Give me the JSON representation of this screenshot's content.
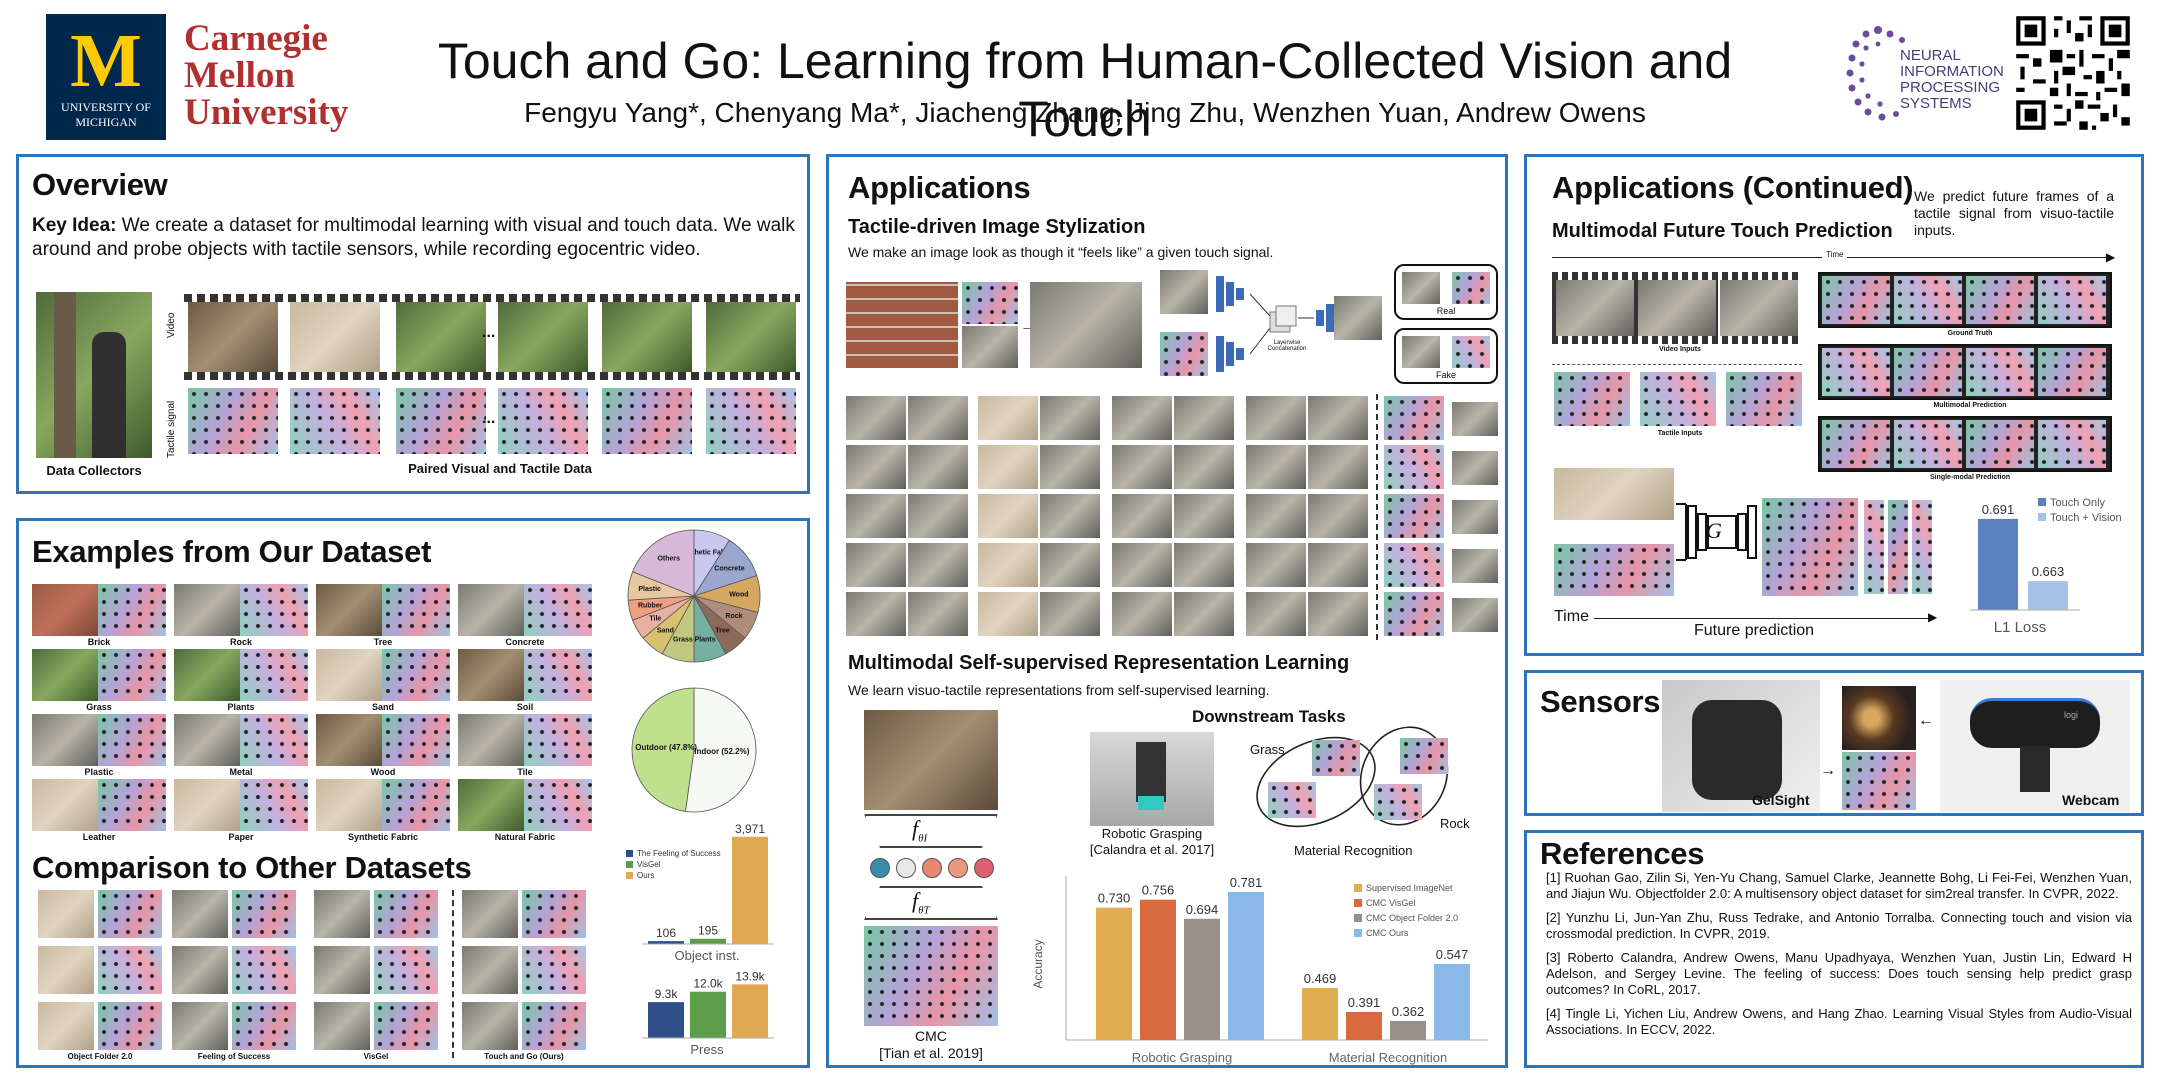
{
  "header": {
    "title": "Touch and Go: Learning from Human-Collected Vision and Touch",
    "authors": "Fengyu Yang*, Chenyang Ma*, Jiacheng Zhang, Jing Zhu, Wenzhen Yuan, Andrew Owens",
    "umich_letter": "M",
    "umich_name": "UNIVERSITY OF MICHIGAN",
    "cmu_name": [
      "Carnegie",
      "Mellon",
      "University"
    ],
    "neurips_name": [
      "NEURAL",
      "INFORMATION",
      "PROCESSING",
      "SYSTEMS"
    ]
  },
  "overview": {
    "title": "Overview",
    "key_label": "Key Idea:",
    "key_text": " We create a dataset for multimodal learning with visual and touch data. We walk around and probe objects with tactile sensors, while recording egocentric video.",
    "collectors_caption": "Data Collectors",
    "paired_caption": "Paired Visual and Tactile Data",
    "video_label": "Video",
    "tactile_label": "Tactile signal",
    "ellipsis": "..."
  },
  "examples": {
    "title": "Examples from Our Dataset",
    "labels": [
      "Brick",
      "Rock",
      "Tree",
      "Concrete",
      "Grass",
      "Plants",
      "Sand",
      "Soil",
      "Plastic",
      "Metal",
      "Wood",
      "Tile",
      "Leather",
      "Paper",
      "Synthetic Fabric",
      "Natural Fabric"
    ]
  },
  "comparison": {
    "title": "Comparison to Other Datasets",
    "labels": [
      "Object Folder 2.0",
      "Feeling of Success",
      "VisGel",
      "Touch and Go (Ours)"
    ]
  },
  "applications": {
    "title": "Applications",
    "stylization_title": "Tactile-driven Image Stylization",
    "stylization_text": "We make an image look as though it “feels like” a given touch signal.",
    "real_label": "Real",
    "fake_label": "Fake",
    "concat_label": "Layerwise Concatenation",
    "rep_title": "Multimodal Self-supervised Representation Learning",
    "rep_text": "We learn visuo-tactile representations from self-supervised learning.",
    "downstream_title": "Downstream Tasks",
    "fi": "f",
    "fi_sub": "θI",
    "ft_sub": "θT",
    "cmc_caption": [
      "CMC",
      "[Tian et al. 2019]"
    ],
    "grasp_caption": [
      "Robotic Grasping",
      "[Calandra et al. 2017]"
    ],
    "grass_label": "Grass",
    "rock_label": "Rock",
    "mat_rec_label": "Material Recognition"
  },
  "continued": {
    "title": "Applications (Continued)",
    "desc": "We predict future frames of a tactile signal from visuo-tactile inputs.",
    "subtitle": "Multimodal Future Touch Prediction",
    "time_label": "Time",
    "video_inputs": "Video Inputs",
    "tactile_inputs": "Tactile Inputs",
    "gt": "Ground Truth",
    "mm_pred": "Multimodal Prediction",
    "sm_pred": "Single-modal Prediction",
    "g_label": "G",
    "time2": "Time",
    "future": "Future prediction"
  },
  "sensors": {
    "title": "Sensors",
    "gelsight": "GelSight",
    "webcam": "Webcam",
    "logo": "logi"
  },
  "references": {
    "title": "References",
    "items": [
      "[1] Ruohan Gao, Zilin Si, Yen-Yu Chang, Samuel Clarke, Jeannette Bohg, Li Fei-Fei, Wenzhen Yuan, and Jiajun Wu. Objectfolder 2.0: A multisensory object dataset for sim2real transfer. In CVPR, 2022.",
      "[2] Yunzhu Li, Jun-Yan Zhu, Russ Tedrake, and Antonio Torralba. Connecting touch and vision via crossmodal prediction. In CVPR, 2019.",
      "[3] Roberto Calandra, Andrew Owens, Manu Upadhyaya, Wenzhen Yuan, Justin Lin, Edward H Adelson, and Sergey Levine. The feeling of success: Does touch sensing help predict grasp outcomes? In CoRL, 2017.",
      "[4] Tingle Li, Yichen Liu, Andrew Owens, and Hang Zhao. Learning Visual Styles from Audio-Visual Associations. In ECCV, 2022."
    ]
  },
  "chart_data": [
    {
      "type": "pie",
      "labels": [
        "Synthetic Fabric",
        "Concrete",
        "Wood",
        "Rock",
        "Tree",
        "Plants",
        "Grass",
        "Sand",
        "Tile",
        "Rubber",
        "Plastic",
        "Others"
      ],
      "values": [
        9,
        11,
        9,
        7,
        6,
        8,
        8,
        6,
        5,
        5,
        7,
        19
      ],
      "colors": [
        "#c8c8f0",
        "#9aa8d0",
        "#d4a860",
        "#b08c7c",
        "#8b6a5a",
        "#78b0a0",
        "#c0c880",
        "#d8c070",
        "#e8b0a0",
        "#f0a080",
        "#e8c8a0",
        "#d8b8d8"
      ]
    },
    {
      "type": "pie",
      "labels": [
        "Indoor (52.2%)",
        "Outdoor (47.8%)"
      ],
      "values": [
        52.2,
        47.8
      ],
      "colors": [
        "#f6f8f4",
        "#bfe08c"
      ]
    },
    {
      "type": "bar",
      "categories": [
        "Object inst."
      ],
      "series": [
        {
          "name": "The Feeling of Success",
          "values": [
            106
          ],
          "labels": [
            "106"
          ],
          "color": "#2f4f8a"
        },
        {
          "name": "VisGel",
          "values": [
            195
          ],
          "labels": [
            "195"
          ],
          "color": "#5e9e4a"
        },
        {
          "name": "Ours",
          "values": [
            3971
          ],
          "labels": [
            "3,971"
          ],
          "color": "#e0a850"
        }
      ],
      "xlabel": "Object inst.",
      "ylim": [
        0,
        4000
      ]
    },
    {
      "type": "bar",
      "categories": [
        "Press"
      ],
      "series": [
        {
          "name": "The Feeling of Success",
          "values": [
            9.3
          ],
          "labels": [
            "9.3k"
          ],
          "color": "#2f4f8a"
        },
        {
          "name": "VisGel",
          "values": [
            12.0
          ],
          "labels": [
            "12.0k"
          ],
          "color": "#5e9e4a"
        },
        {
          "name": "Ours",
          "values": [
            13.9
          ],
          "labels": [
            "13.9k"
          ],
          "color": "#e0a850"
        }
      ],
      "xlabel": "Press",
      "ylim": [
        0,
        14
      ]
    },
    {
      "type": "bar",
      "categories": [
        "Robotic Grasping",
        "Material Recognition"
      ],
      "series": [
        {
          "name": "Supervised ImageNet",
          "values": [
            0.73,
            0.469
          ],
          "color": "#e2ac50"
        },
        {
          "name": "CMC VisGel",
          "values": [
            0.756,
            0.391
          ],
          "color": "#d86a40"
        },
        {
          "name": "CMC Object Folder 2.0",
          "values": [
            0.694,
            0.362
          ],
          "color": "#9a9088"
        },
        {
          "name": "CMC Ours",
          "values": [
            0.781,
            0.547
          ],
          "color": "#8ab8e8"
        }
      ],
      "ylabel": "Accuracy",
      "ylim": [
        0.3,
        0.82
      ]
    },
    {
      "type": "bar",
      "categories": [
        "L1 Loss"
      ],
      "series": [
        {
          "name": "Touch Only",
          "values": [
            0.691
          ],
          "color": "#5b82bf"
        },
        {
          "name": "Touch + Vision",
          "values": [
            0.663
          ],
          "color": "#a6c3e6"
        }
      ],
      "xlabel": "L1 Loss",
      "ylim": [
        0.65,
        0.695
      ]
    }
  ]
}
